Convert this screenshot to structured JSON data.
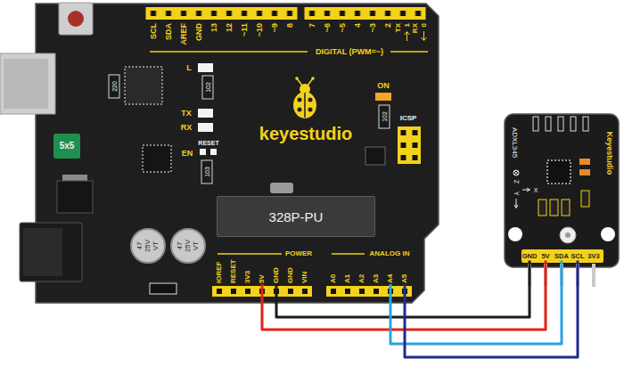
{
  "diagram": {
    "nodes": [
      {
        "text": [
          "keyestudio"
        ]
      },
      {
        "text": [
          "328P-PU"
        ],
        "in": 0
      },
      {
        "text": [
          "5V"
        ],
        "in": 0
      },
      {
        "text": [
          "GND"
        ],
        "in": 0
      },
      {
        "text": [
          "A4"
        ],
        "in": 0
      },
      {
        "text": [
          "A5"
        ],
        "in": 0
      },
      {
        "text": [
          "Keyestudio"
        ]
      },
      {
        "text": [
          "GND"
        ],
        "in": 6
      },
      {
        "text": [
          "5V"
        ],
        "in": 6
      },
      {
        "text": [
          "SDA"
        ],
        "in": 6
      },
      {
        "text": [
          "SCL"
        ],
        "in": 6
      }
    ],
    "edges": [
      {
        "from": 3,
        "to": 7,
        "arrow": "none"
      },
      {
        "from": 2,
        "to": 8,
        "arrow": "none"
      },
      {
        "from": 4,
        "to": 9,
        "arrow": "none"
      },
      {
        "from": 5,
        "to": 10,
        "arrow": "none"
      }
    ],
    "labels": [
      "SCL",
      "SDA",
      "AREF",
      "GND",
      "13",
      "12",
      "~11",
      "~10",
      "~9",
      "8",
      "7",
      "~6",
      "~5",
      "4",
      "~3",
      "2",
      "TX",
      "1",
      "RX",
      "0",
      "DIGITAL (PWM=~)",
      "220",
      "L",
      "102",
      "TX",
      "RX",
      "RESET",
      "EN",
      "103",
      "ON",
      "102",
      "ICSP",
      "5x5",
      "47",
      "25V",
      "VT",
      "47",
      "25V",
      "VT",
      "IOREF",
      "RESET",
      "3V3",
      "GND",
      "VIN",
      "POWER",
      "A0",
      "A1",
      "A2",
      "A3",
      "ANALOG IN",
      "ADXL345",
      "Z",
      "Y",
      "X",
      "3V3"
    ]
  }
}
